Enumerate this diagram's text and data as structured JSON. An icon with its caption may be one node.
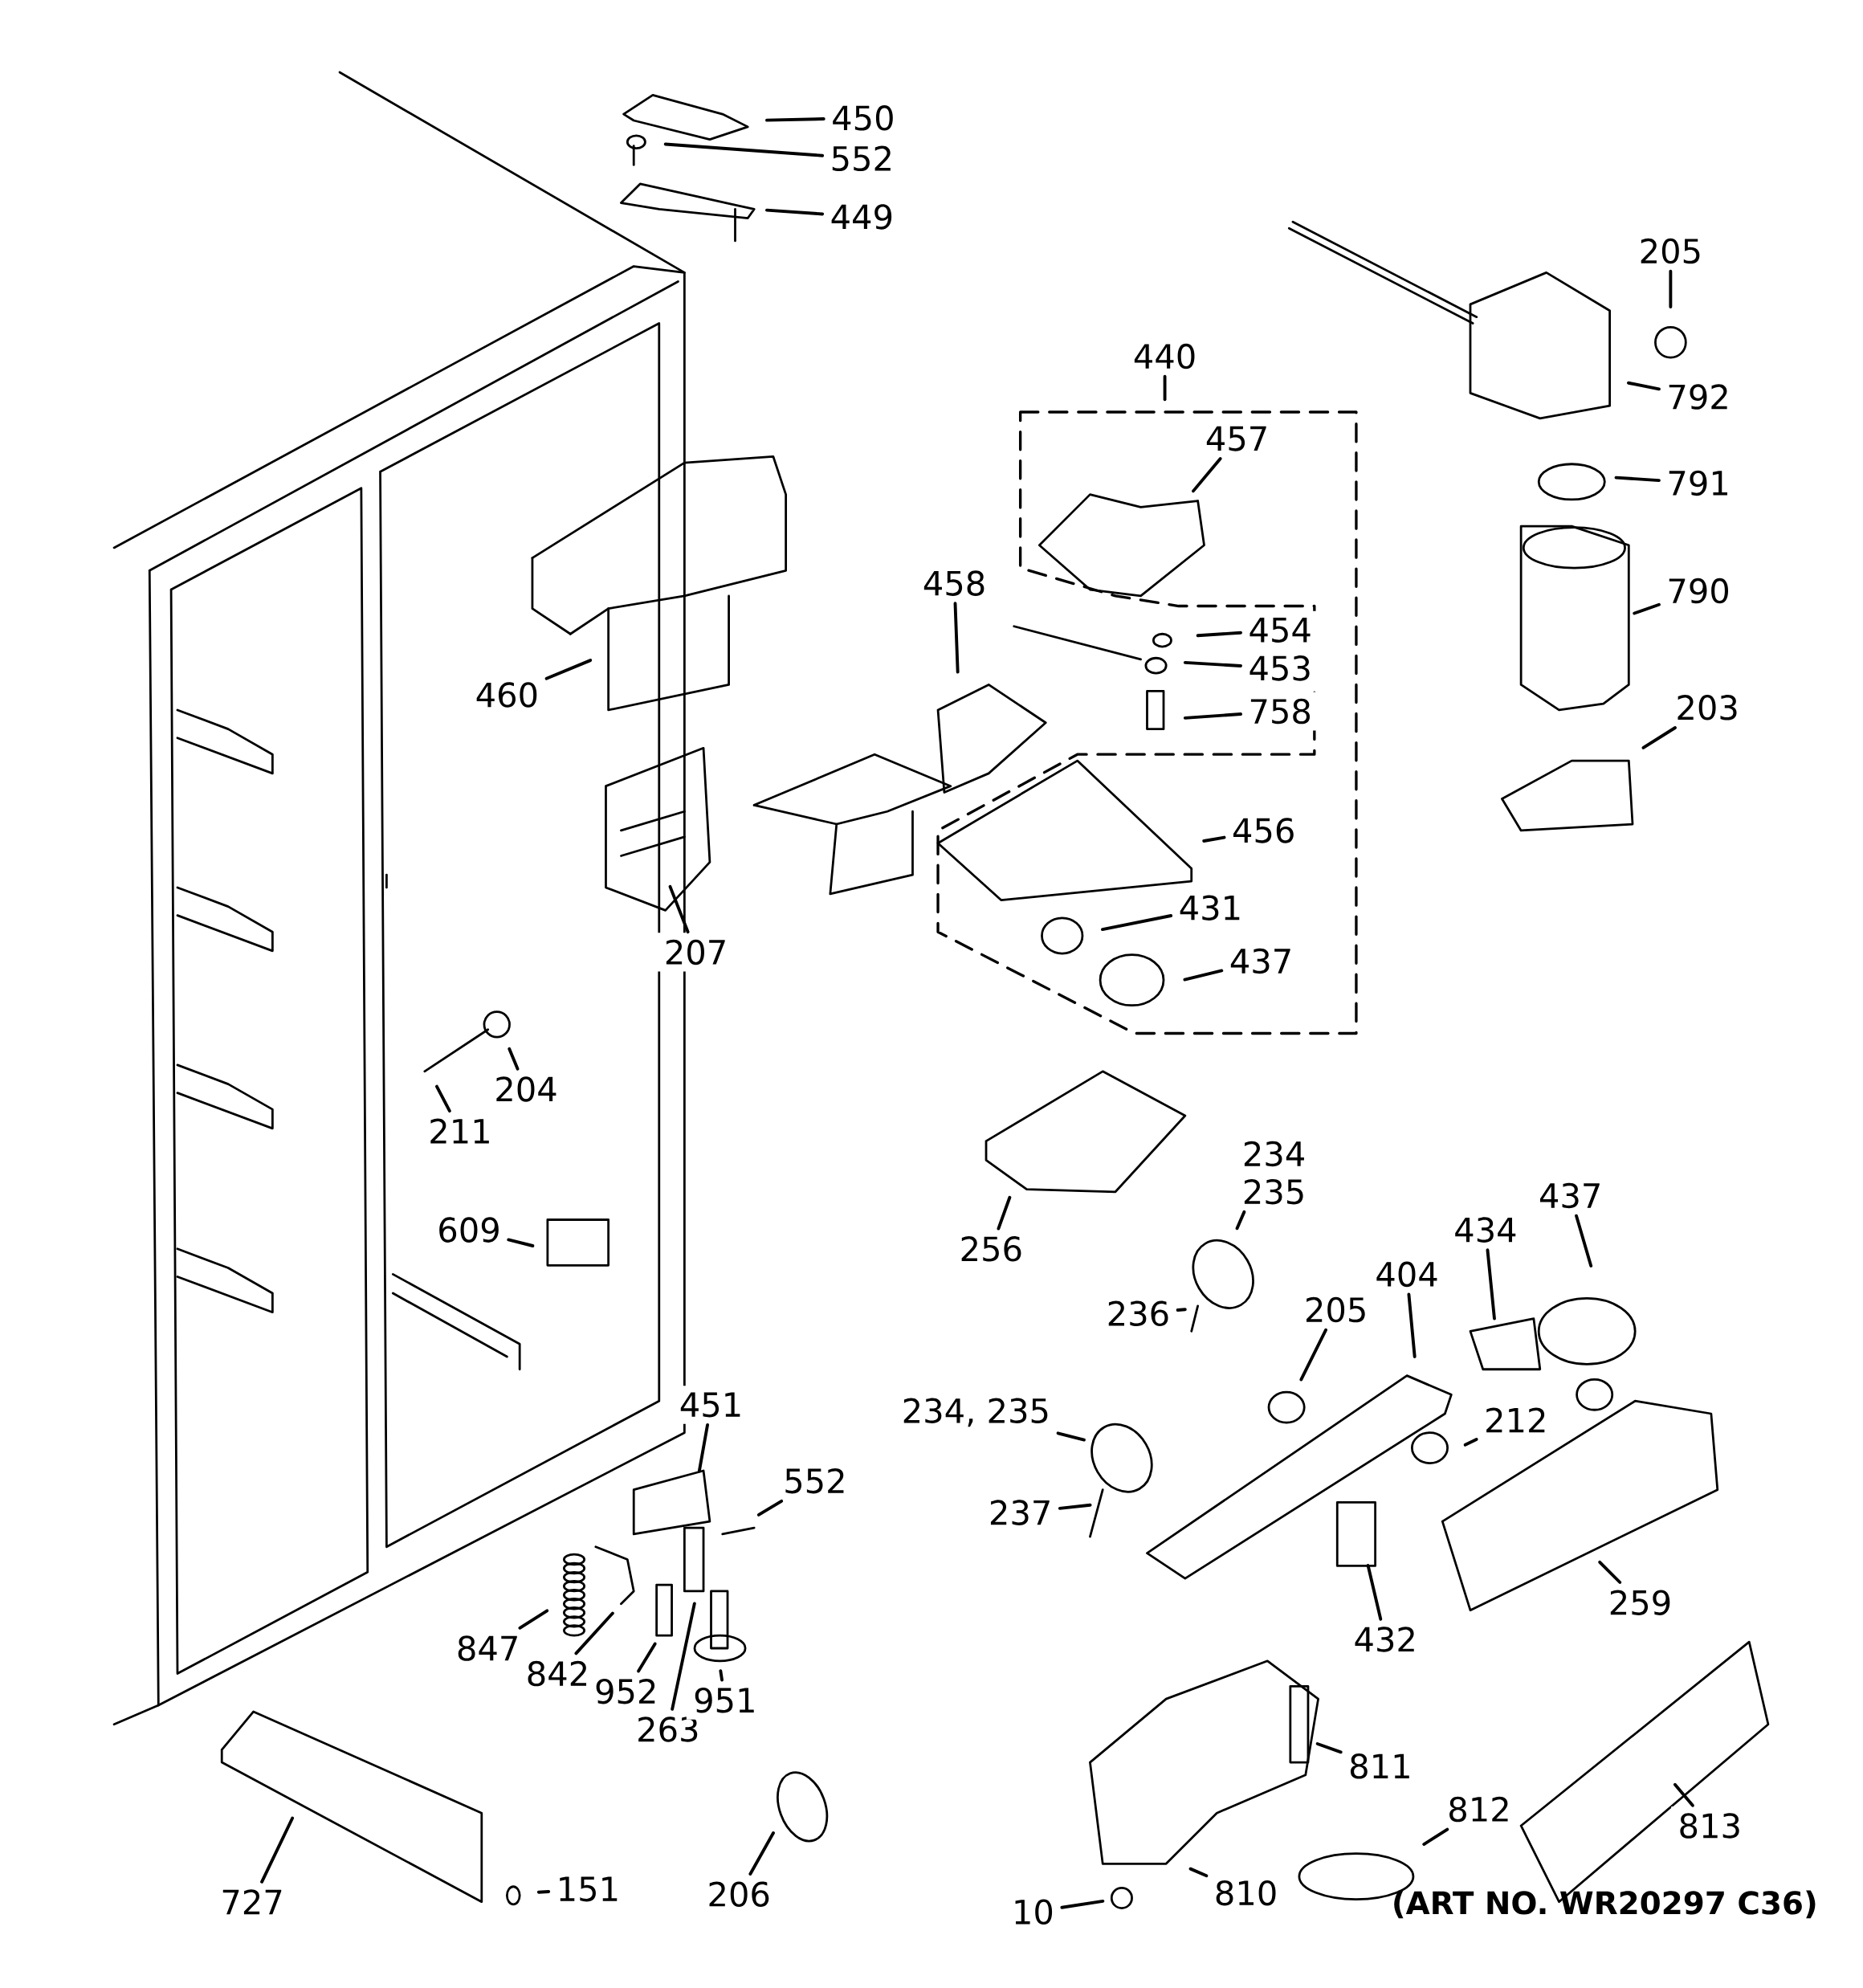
{
  "diagram": {
    "nodes": [
      {
        "text": [
          "450"
        ]
      },
      {
        "text": [
          "552"
        ]
      },
      {
        "text": [
          "449"
        ]
      },
      {
        "text": [
          "205"
        ]
      },
      {
        "text": [
          "792"
        ]
      },
      {
        "text": [
          "440"
        ]
      },
      {
        "text": [
          "457"
        ]
      },
      {
        "text": [
          "791"
        ]
      },
      {
        "text": [
          "458"
        ]
      },
      {
        "text": [
          "454"
        ]
      },
      {
        "text": [
          "453"
        ]
      },
      {
        "text": [
          "790"
        ]
      },
      {
        "text": [
          "460"
        ]
      },
      {
        "text": [
          "758"
        ]
      },
      {
        "text": [
          "203"
        ]
      },
      {
        "text": [
          "456"
        ]
      },
      {
        "text": [
          "431"
        ]
      },
      {
        "text": [
          "207"
        ]
      },
      {
        "text": [
          "437"
        ]
      },
      {
        "text": [
          "204"
        ]
      },
      {
        "text": [
          "211"
        ]
      },
      {
        "text": [
          "256"
        ]
      },
      {
        "text": [
          "234 235"
        ]
      },
      {
        "text": [
          "437"
        ]
      },
      {
        "text": [
          "609"
        ]
      },
      {
        "text": [
          "434"
        ]
      },
      {
        "text": [
          "404"
        ]
      },
      {
        "text": [
          "236"
        ]
      },
      {
        "text": [
          "205"
        ]
      },
      {
        "text": [
          "451"
        ]
      },
      {
        "text": [
          "212"
        ]
      },
      {
        "text": [
          "552"
        ]
      },
      {
        "text": [
          "234, 235"
        ]
      },
      {
        "text": [
          "237"
        ]
      },
      {
        "text": [
          "259"
        ]
      },
      {
        "text": [
          "432"
        ]
      },
      {
        "text": [
          "847"
        ]
      },
      {
        "text": [
          "842"
        ]
      },
      {
        "text": [
          "952"
        ]
      },
      {
        "text": [
          "263"
        ]
      },
      {
        "text": [
          "951"
        ]
      },
      {
        "text": [
          "811"
        ]
      },
      {
        "text": [
          "812"
        ]
      },
      {
        "text": [
          "813"
        ]
      },
      {
        "text": [
          "727"
        ]
      },
      {
        "text": [
          "151"
        ]
      },
      {
        "text": [
          "206"
        ]
      },
      {
        "text": [
          "810"
        ]
      },
      {
        "text": [
          "10"
        ]
      }
    ],
    "edges": [
      {
        "from": 0,
        "to": null,
        "arrow": "none"
      },
      {
        "from": 1,
        "to": null,
        "arrow": "none"
      },
      {
        "from": 2,
        "to": null,
        "arrow": "none"
      },
      {
        "from": 3,
        "to": null,
        "arrow": "none"
      },
      {
        "from": 4,
        "to": null,
        "arrow": "none"
      },
      {
        "from": 5,
        "to": null,
        "arrow": "none"
      },
      {
        "from": 6,
        "to": null,
        "arrow": "none"
      },
      {
        "from": 7,
        "to": null,
        "arrow": "none"
      },
      {
        "from": 8,
        "to": null,
        "arrow": "none"
      },
      {
        "from": 9,
        "to": null,
        "arrow": "none"
      },
      {
        "from": 10,
        "to": null,
        "arrow": "none"
      },
      {
        "from": 11,
        "to": null,
        "arrow": "none"
      },
      {
        "from": 12,
        "to": null,
        "arrow": "none"
      },
      {
        "from": 13,
        "to": null,
        "arrow": "none"
      },
      {
        "from": 14,
        "to": null,
        "arrow": "none"
      },
      {
        "from": 15,
        "to": null,
        "arrow": "none"
      },
      {
        "from": 16,
        "to": null,
        "arrow": "none"
      },
      {
        "from": 17,
        "to": null,
        "arrow": "none"
      },
      {
        "from": 18,
        "to": null,
        "arrow": "none"
      },
      {
        "from": 19,
        "to": null,
        "arrow": "none"
      },
      {
        "from": 20,
        "to": null,
        "arrow": "none"
      },
      {
        "from": 21,
        "to": null,
        "arrow": "none"
      },
      {
        "from": 22,
        "to": null,
        "arrow": "none"
      },
      {
        "from": 23,
        "to": null,
        "arrow": "none"
      },
      {
        "from": 24,
        "to": null,
        "arrow": "none"
      },
      {
        "from": 25,
        "to": null,
        "arrow": "none"
      },
      {
        "from": 26,
        "to": null,
        "arrow": "none"
      },
      {
        "from": 27,
        "to": null,
        "arrow": "none"
      },
      {
        "from": 28,
        "to": null,
        "arrow": "none"
      },
      {
        "from": 29,
        "to": null,
        "arrow": "none"
      },
      {
        "from": 30,
        "to": null,
        "arrow": "none"
      },
      {
        "from": 31,
        "to": null,
        "arrow": "none"
      },
      {
        "from": 32,
        "to": null,
        "arrow": "none"
      },
      {
        "from": 33,
        "to": null,
        "arrow": "none"
      },
      {
        "from": 34,
        "to": null,
        "arrow": "none"
      },
      {
        "from": 35,
        "to": null,
        "arrow": "none"
      },
      {
        "from": 36,
        "to": null,
        "arrow": "none"
      },
      {
        "from": 37,
        "to": null,
        "arrow": "none"
      },
      {
        "from": 38,
        "to": null,
        "arrow": "none"
      },
      {
        "from": 39,
        "to": null,
        "arrow": "none"
      },
      {
        "from": 40,
        "to": null,
        "arrow": "none"
      },
      {
        "from": 41,
        "to": null,
        "arrow": "none"
      },
      {
        "from": 42,
        "to": null,
        "arrow": "none"
      },
      {
        "from": 43,
        "to": null,
        "arrow": "none"
      },
      {
        "from": 44,
        "to": null,
        "arrow": "none"
      },
      {
        "from": 45,
        "to": null,
        "arrow": "none"
      },
      {
        "from": 46,
        "to": null,
        "arrow": "none"
      },
      {
        "from": 47,
        "to": null,
        "arrow": "none"
      },
      {
        "from": 48,
        "to": null,
        "arrow": "none"
      }
    ],
    "labels": [
      "(ART NO. WR20297 C36)"
    ]
  }
}
